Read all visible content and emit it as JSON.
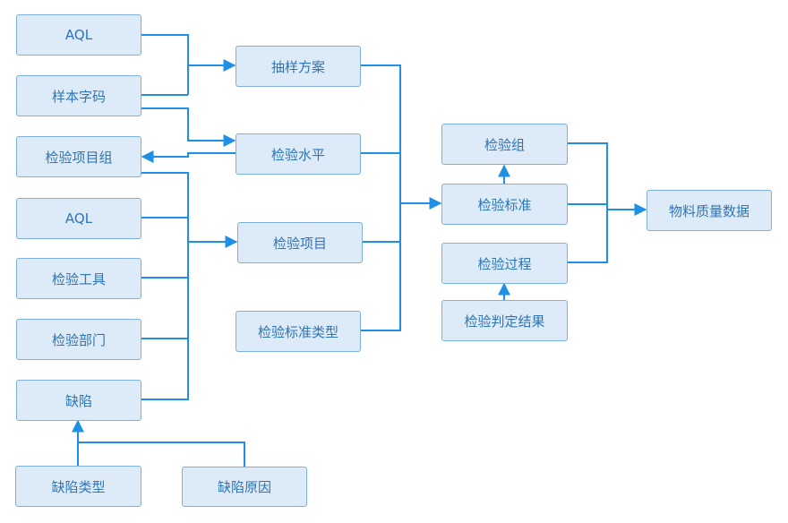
{
  "nodes": {
    "aql_1": "AQL",
    "sample_code": "样本字码",
    "inspection_item_group": "检验项目组",
    "aql_2": "AQL",
    "inspection_tool": "检验工具",
    "inspection_dept": "检验部门",
    "defect": "缺陷",
    "defect_type": "缺陷类型",
    "defect_cause": "缺陷原因",
    "sampling_plan": "抽样方案",
    "inspection_level": "检验水平",
    "inspection_item": "检验项目",
    "inspection_std_type": "检验标准类型",
    "inspection_group": "检验组",
    "inspection_std": "检验标准",
    "inspection_process": "检验过程",
    "inspection_judgement": "检验判定结果",
    "material_quality_data": "物料质量数据"
  },
  "colors": {
    "node_fill": "#ddebf8",
    "node_border": "#7fb0dc",
    "node_text": "#2f74b5",
    "edge": "#1e90e6"
  }
}
